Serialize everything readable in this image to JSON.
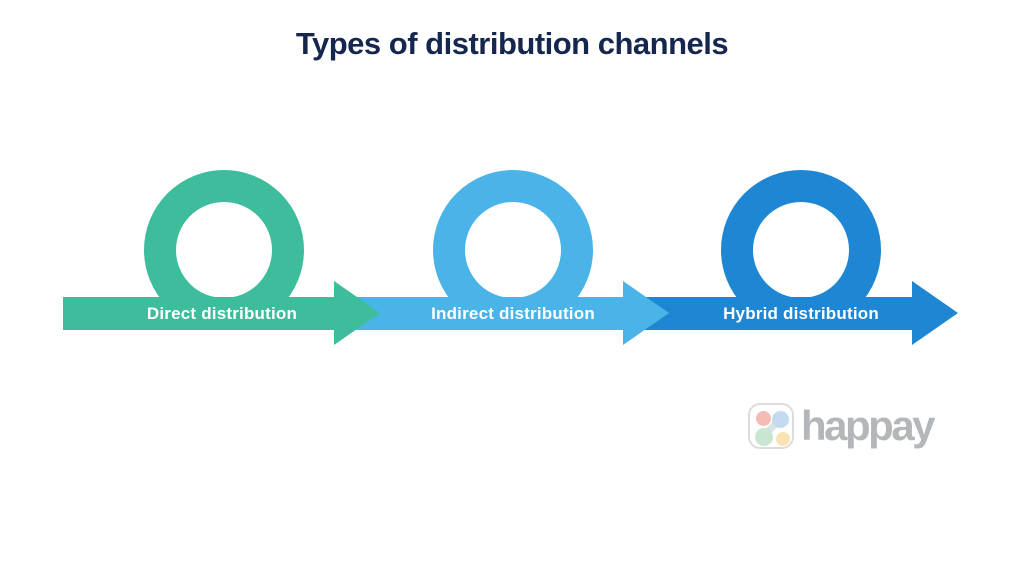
{
  "page": {
    "title": "Types of distribution channels",
    "title_color": "#15264f"
  },
  "diagram": {
    "label_text_color": "#ffffff",
    "segments": [
      {
        "label": "Direct distribution",
        "color": "#3dbd9c"
      },
      {
        "label": "Indirect distribution",
        "color": "#4ab3e8"
      },
      {
        "label": "Hybrid distribution",
        "color": "#1e86d2"
      }
    ]
  },
  "branding": {
    "wordmark": "happay",
    "wordmark_color": "#b4b7b9",
    "icon_border_color": "#dadcde",
    "connector_color": "#d6e5e4",
    "icon_dots": [
      {
        "name": "red-dot",
        "color": "#f3bcb6"
      },
      {
        "name": "blue-dot",
        "color": "#c3daf1"
      },
      {
        "name": "green-dot",
        "color": "#c9e6d2"
      },
      {
        "name": "yellow-dot",
        "color": "#f9e3b2"
      }
    ]
  }
}
